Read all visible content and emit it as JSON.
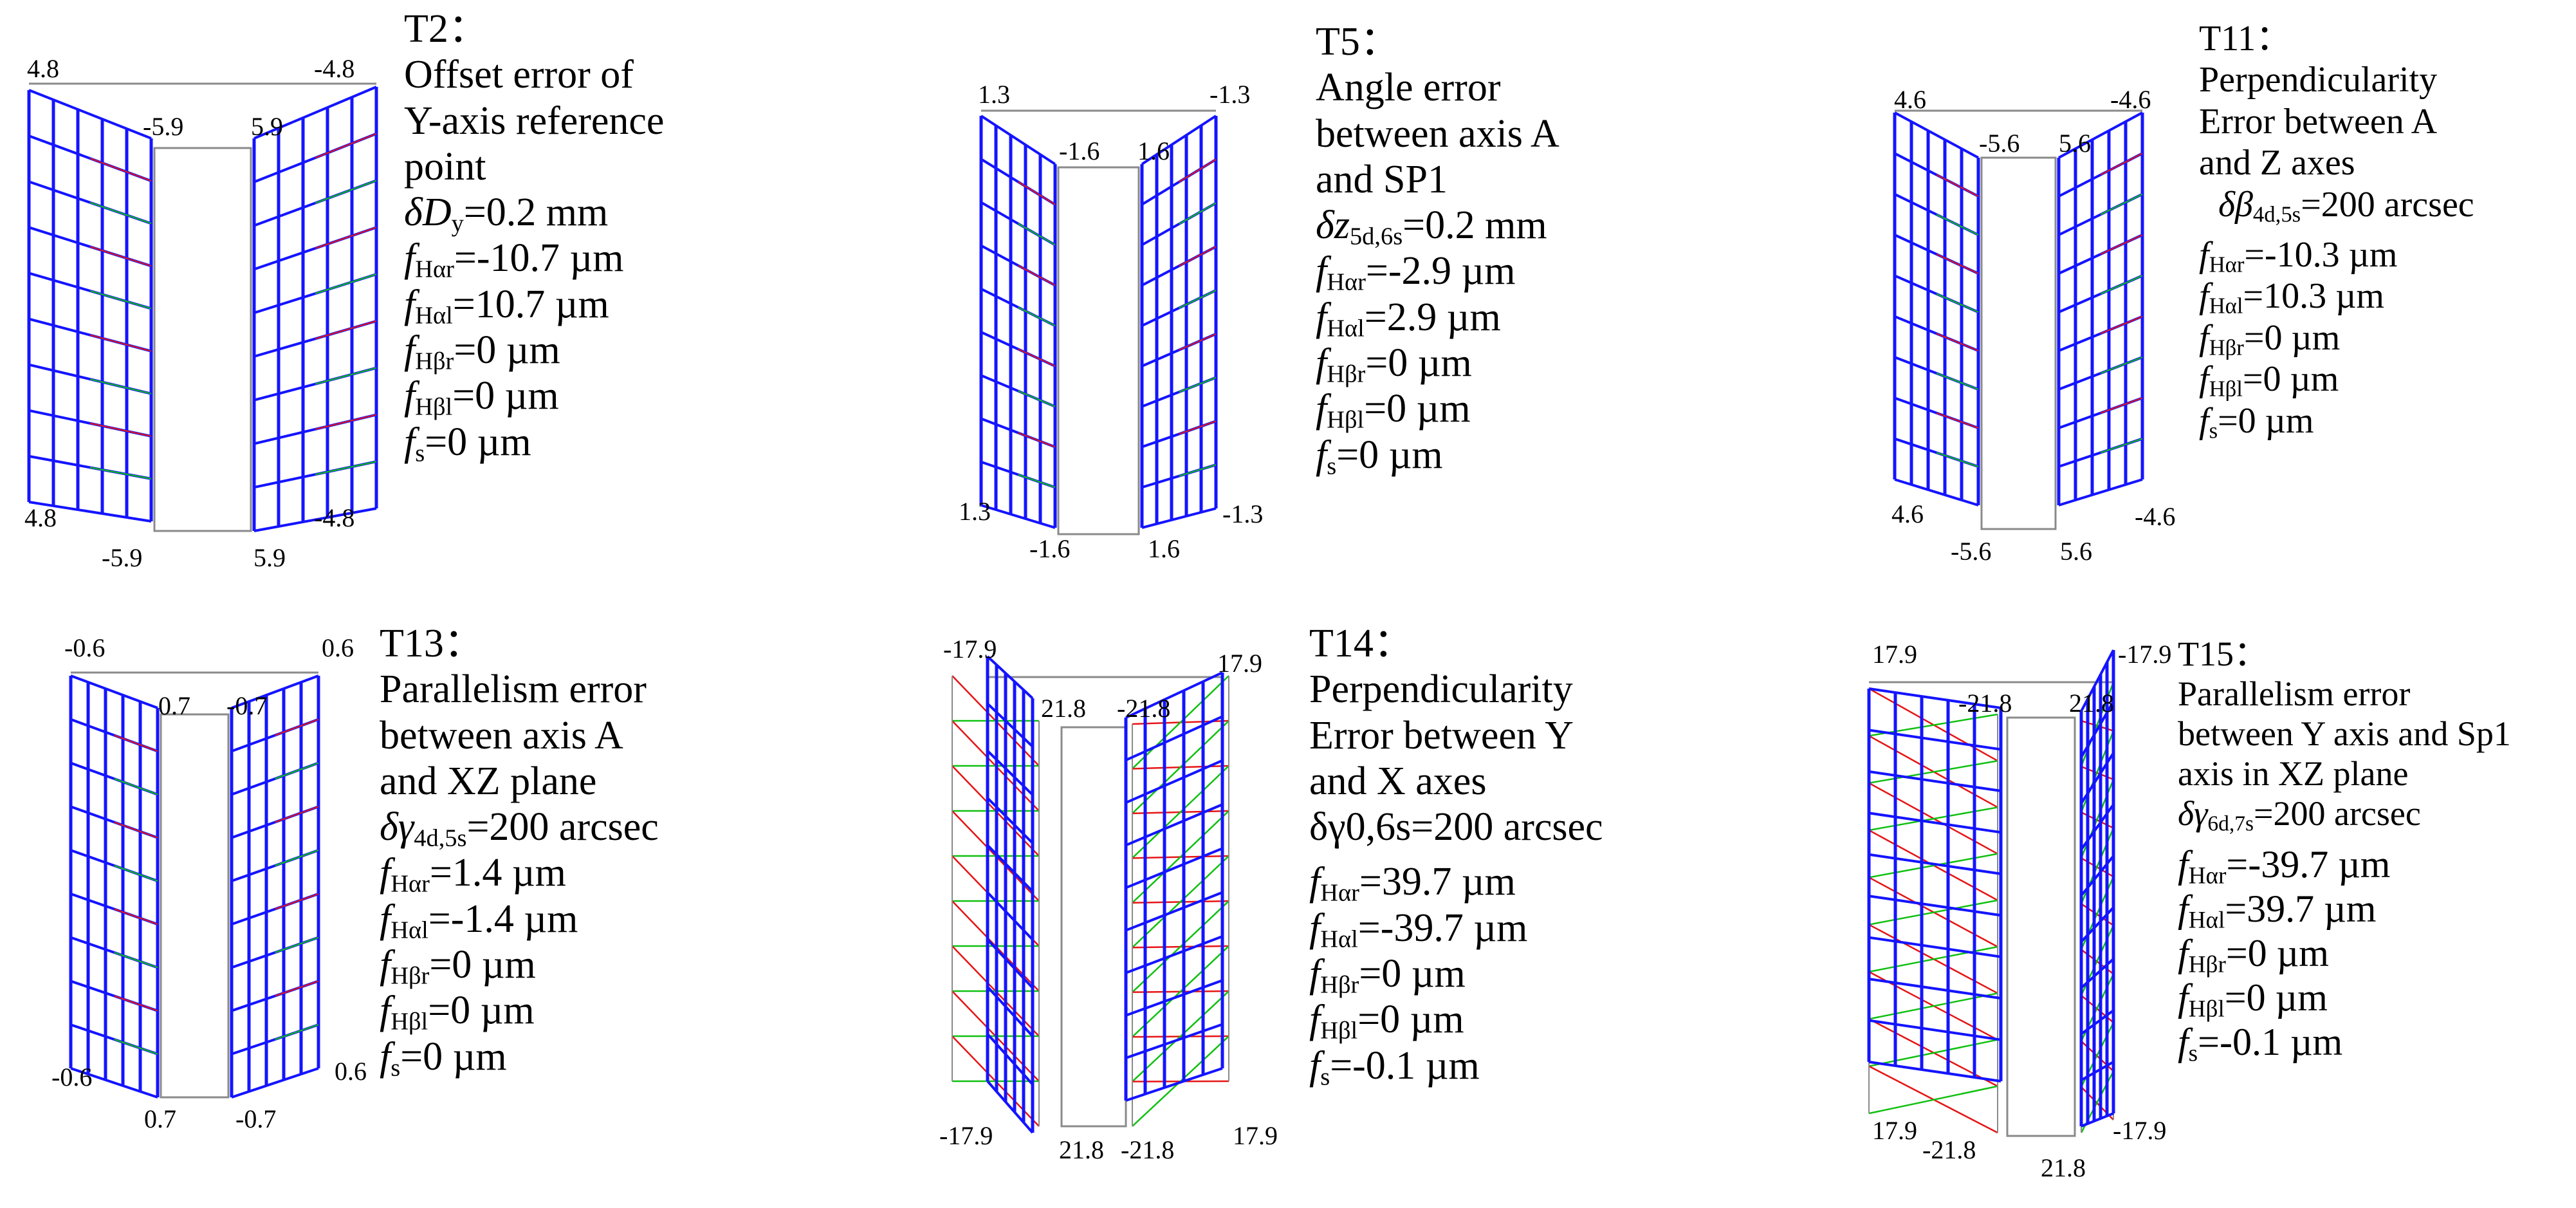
{
  "colors": {
    "mesh": "#1414ff",
    "edge_red": "#e51515",
    "edge_green": "#10c010",
    "frame": "#8a8a8a"
  },
  "panels": [
    {
      "id": "T2",
      "title": "T2：",
      "desc_lines": [
        "Offset error of",
        "Y-axis reference",
        "point"
      ],
      "param": {
        "symbol": "δD",
        "sub": "y",
        "value": "=0.2 mm"
      },
      "errors": [
        {
          "sub": "Hαr",
          "value": "=-10.7 µm"
        },
        {
          "sub": "Hαl",
          "value": "=10.7 µm"
        },
        {
          "sub": "Hβr",
          "value": "=0 µm"
        },
        {
          "sub": "Hβl",
          "value": "=0 µm"
        },
        {
          "sub": "s",
          "value": "=0 µm"
        }
      ],
      "labels": {
        "outer_top_left": "4.8",
        "outer_top_right": "-4.8",
        "inner_top_left": "-5.9",
        "inner_top_right": "5.9",
        "outer_bottom_left": "4.8",
        "outer_bottom_right": "-4.8",
        "inner_bottom_left": "-5.9",
        "inner_bottom_right": "5.9"
      }
    },
    {
      "id": "T5",
      "title": "T5：",
      "desc_lines": [
        "Angle error",
        "between axis A",
        "and SP1"
      ],
      "param": {
        "symbol": "δz",
        "sub": "5d,6s",
        "value": "=0.2 mm"
      },
      "errors": [
        {
          "sub": "Hαr",
          "value": "=-2.9 µm"
        },
        {
          "sub": "Hαl",
          "value": "=2.9 µm"
        },
        {
          "sub": "Hβr",
          "value": "=0 µm"
        },
        {
          "sub": "Hβl",
          "value": "=0 µm"
        },
        {
          "sub": "s",
          "value": "=0 µm"
        }
      ],
      "labels": {
        "outer_top_left": "1.3",
        "outer_top_right": "-1.3",
        "inner_top_left": "-1.6",
        "inner_top_right": "1.6",
        "outer_bottom_left": "1.3",
        "outer_bottom_right": "-1.3",
        "inner_bottom_left": "-1.6",
        "inner_bottom_right": "1.6"
      }
    },
    {
      "id": "T11",
      "title": "T11：",
      "desc_lines": [
        "Perpendicularity",
        "Error between A",
        "and Z axes"
      ],
      "param": {
        "symbol": "δβ",
        "sub": "4d,5s",
        "value": "=200 arcsec"
      },
      "errors": [
        {
          "sub": "Hαr",
          "value": "=-10.3 µm"
        },
        {
          "sub": "Hαl",
          "value": "=10.3 µm"
        },
        {
          "sub": "Hβr",
          "value": "=0 µm"
        },
        {
          "sub": "Hβl",
          "value": "=0 µm"
        },
        {
          "sub": "s",
          "value": "=0 µm"
        }
      ],
      "labels": {
        "outer_top_left": "4.6",
        "outer_top_right": "-4.6",
        "inner_top_left": "-5.6",
        "inner_top_right": "5.6",
        "outer_bottom_left": "4.6",
        "outer_bottom_right": "-4.6",
        "inner_bottom_left": "-5.6",
        "inner_bottom_right": "5.6"
      }
    },
    {
      "id": "T13",
      "title": "T13：",
      "desc_lines": [
        "Parallelism error",
        "between axis A",
        "and XZ plane"
      ],
      "param": {
        "symbol": "δγ",
        "sub": "4d,5s",
        "value": "=200 arcsec"
      },
      "errors": [
        {
          "sub": "Hαr",
          "value": "=1.4 µm"
        },
        {
          "sub": "Hαl",
          "value": "=-1.4 µm"
        },
        {
          "sub": "Hβr",
          "value": "=0 µm"
        },
        {
          "sub": "Hβl",
          "value": "=0 µm"
        },
        {
          "sub": "s",
          "value": "=0 µm"
        }
      ],
      "labels": {
        "outer_top_left": "-0.6",
        "outer_top_right": "0.6",
        "inner_top_left": "0.7",
        "inner_top_right": "-0.7",
        "outer_bottom_left": "-0.6",
        "outer_bottom_right": "0.6",
        "inner_bottom_left": "0.7",
        "inner_bottom_right": "-0.7"
      }
    },
    {
      "id": "T14",
      "title": "T14：",
      "desc_lines": [
        "Perpendicularity",
        "Error between Y",
        "and X axes"
      ],
      "param": {
        "symbol": "δγ0,6s",
        "sub": "",
        "value": "=200 arcsec"
      },
      "errors": [
        {
          "sub": "Hαr",
          "value": "=39.7 µm"
        },
        {
          "sub": "Hαl",
          "value": "=-39.7 µm"
        },
        {
          "sub": "Hβr",
          "value": "=0 µm"
        },
        {
          "sub": "Hβl",
          "value": "=0 µm"
        },
        {
          "sub": "s",
          "value": "=-0.1 µm"
        }
      ],
      "labels": {
        "outer_top_left": "-17.9",
        "outer_top_right": "17.9",
        "inner_top_left": "21.8",
        "inner_top_right": "-21.8",
        "outer_bottom_left": "-17.9",
        "outer_bottom_right": "17.9",
        "inner_bottom_left": "21.8",
        "inner_bottom_right": "-21.8"
      }
    },
    {
      "id": "T15",
      "title": "T15：",
      "desc_lines": [
        "Parallelism error",
        "between Y axis and Sp1",
        "axis in XZ plane"
      ],
      "param": {
        "symbol": "δγ",
        "sub": "6d,7s",
        "value": "=200 arcsec"
      },
      "errors": [
        {
          "sub": "Hαr",
          "value": "=-39.7 µm"
        },
        {
          "sub": "Hαl",
          "value": "=39.7 µm"
        },
        {
          "sub": "Hβr",
          "value": "=0 µm"
        },
        {
          "sub": "Hβl",
          "value": "=0 µm"
        },
        {
          "sub": "s",
          "value": "=-0.1 µm"
        }
      ],
      "labels": {
        "outer_top_left": "17.9",
        "outer_top_right": "-17.9",
        "inner_top_left": "-21.8",
        "inner_top_right": "21.8",
        "outer_bottom_left": "17.9",
        "outer_bottom_right": "-17.9",
        "inner_bottom_left": "-21.8",
        "inner_bottom_right": "21.8"
      }
    }
  ]
}
